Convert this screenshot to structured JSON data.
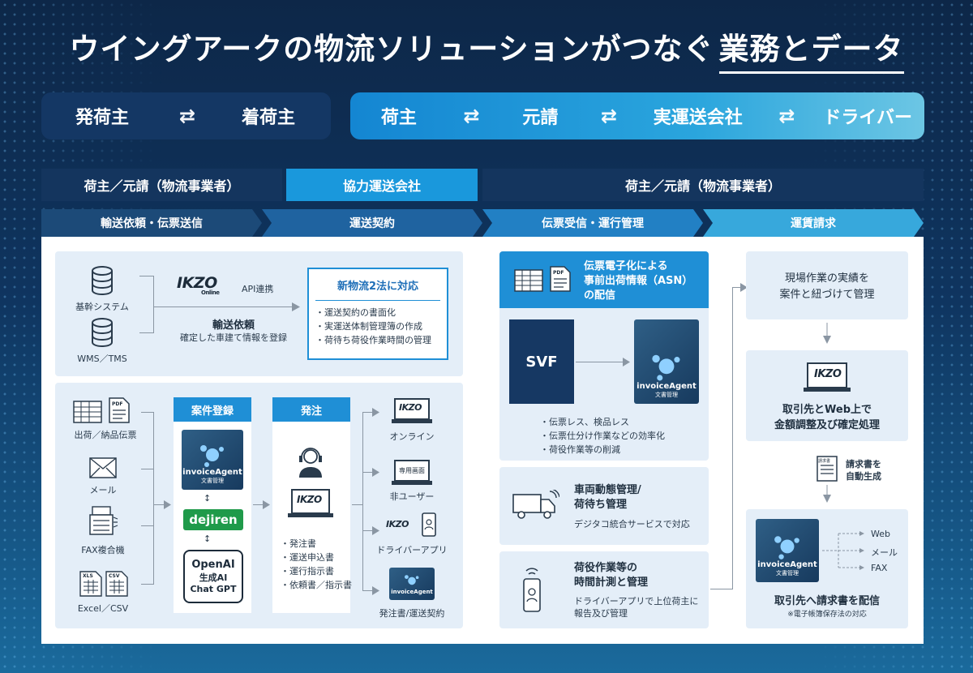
{
  "title": {
    "main": "ウイングアークの物流ソリューションがつなぐ",
    "highlight": "業務とデータ"
  },
  "flow_left": [
    "発荷主",
    "着荷主"
  ],
  "flow_right": [
    "荷主",
    "元請",
    "実運送会社",
    "ドライバー"
  ],
  "flow_arrow": "⇄",
  "headers": [
    "荷主／元請（物流事業者）",
    "協力運送会社",
    "荷主／元請（物流事業者）"
  ],
  "steps": [
    "輸送依頼・伝票送信",
    "運送契約",
    "伝票受信・運行管理",
    "運賃請求"
  ],
  "ikzo": {
    "brand": "IKZO",
    "sub": "Online"
  },
  "invoice": {
    "brand": "invoiceAgent",
    "sub": "文書管理"
  },
  "p1": {
    "sys1": "基幹システム",
    "sys2": "WMS／TMS",
    "api": "API連携",
    "req_title": "輸送依頼",
    "req_desc": "確定した車建て情報を登録",
    "law_title": "新物流2法に対応",
    "law_items": [
      "・運送契約の書面化",
      "・実運送体制管理簿の作成",
      "・荷待ち荷役作業時間の管理"
    ]
  },
  "p2": {
    "inputs": [
      "出荷／納品伝票",
      "メール",
      "FAX複合機",
      "Excel／CSV"
    ],
    "case_tag": "案件登録",
    "dejiren": "dejiren",
    "openai": [
      "OpenAI",
      "生成AI",
      "Chat GPT"
    ],
    "order_tag": "発注",
    "order_items": [
      "・発注書",
      "・運送申込書",
      "・運行指示書",
      "・依頼書／指示書"
    ],
    "outputs": [
      "オンライン",
      "非ユーザー",
      "ドライバーアプリ",
      "発注書/運送契約"
    ],
    "screen_label": "専用画面",
    "pdf": "PDF",
    "xls": "XLS",
    "csv": "CSV"
  },
  "p3": {
    "asn": [
      "伝票電子化による",
      "事前出荷情報（ASN）",
      "の配信"
    ],
    "svf": "SVF",
    "items": [
      "・伝票レス、検品レス",
      "・伝票仕分け作業などの効率化",
      "・荷役作業等の削減"
    ],
    "vehicle": [
      "車両動態管理/",
      "荷待ち管理"
    ],
    "vehicle_sub": "デジタコ統合サービスで対応",
    "handling": [
      "荷役作業等の",
      "時間計測と管理"
    ],
    "handling_sub": [
      "ドライバーアプリで上位荷主に",
      "報告及び管理"
    ]
  },
  "p4": {
    "top": [
      "現場作業の実績を",
      "案件と紐づけて管理"
    ],
    "adjust": [
      "取引先とWeb上で",
      "金額調整及び確定処理"
    ],
    "doc_label": "請求書",
    "auto": [
      "請求書を",
      "自動生成"
    ],
    "channels": [
      "Web",
      "メール",
      "FAX"
    ],
    "deliver": "取引先へ請求書を配信",
    "note": "※電子帳簿保存法の対応"
  },
  "colors": {
    "navy": "#14355e",
    "blue": "#1a98dc",
    "light": "#e4eef8"
  }
}
